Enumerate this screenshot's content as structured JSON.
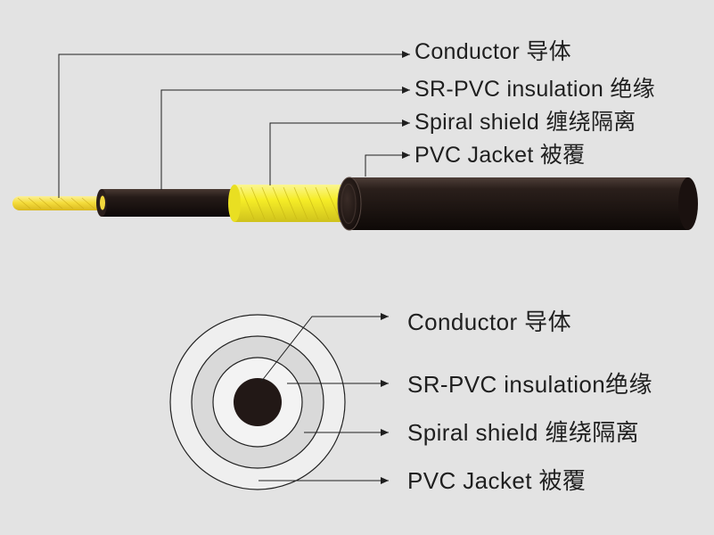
{
  "cable_side_labels": {
    "conductor": "Conductor 导体",
    "insulation": "SR-PVC insulation 绝缘",
    "shield": "Spiral shield 缠绕隔离",
    "jacket": "PVC Jacket  被覆"
  },
  "cross_section_labels": {
    "conductor": "Conductor 导体",
    "insulation": "SR-PVC insulation绝缘",
    "shield": "Spiral shield 缠绕隔离",
    "jacket": "PVC Jacket  被覆"
  },
  "colors": {
    "background": "#e3e3e3",
    "conductor_wire": "#f5e04a",
    "insulation": "#1e1614",
    "shield": "#f6ee28",
    "jacket": "#231a17",
    "cross_section_core": "#221816",
    "cross_section_ring": "#f1f1f1"
  }
}
